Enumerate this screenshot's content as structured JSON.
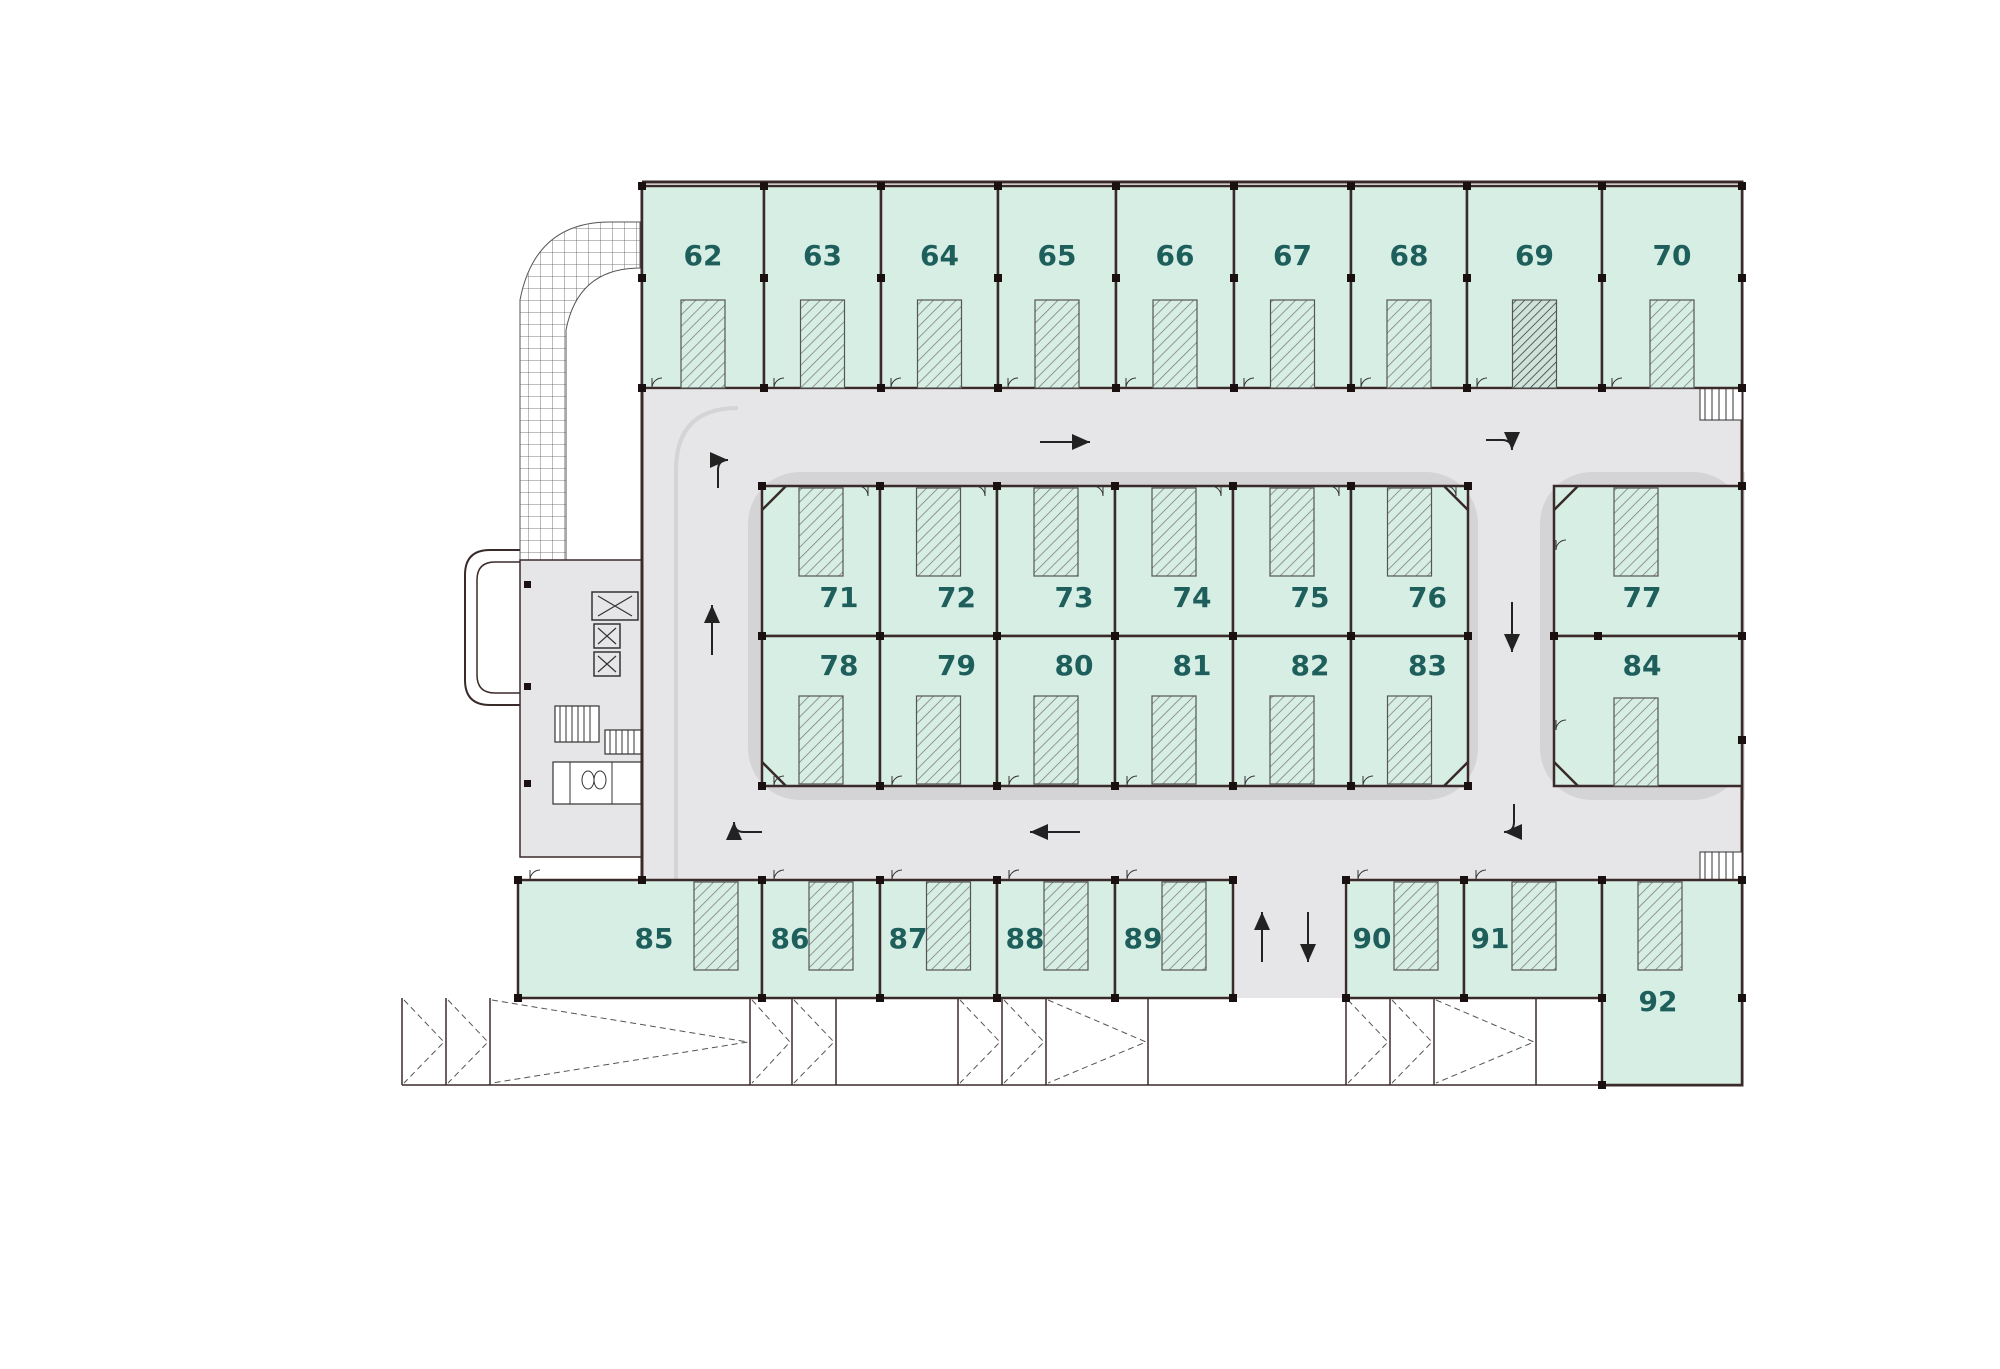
{
  "colors": {
    "unit_fill": "#d7eee5",
    "road_fill": "#e6e6e8",
    "road_edge": "#d4d4d6",
    "wall": "#3a2a2a",
    "label": "#1e5f5c",
    "hatch": "#7a7a7a"
  },
  "icons": [
    "arrow-right-icon",
    "arrow-left-icon",
    "arrow-up-icon",
    "arrow-down-icon",
    "turn-arrow-icon",
    "stair-icon",
    "lift-icon",
    "door-swing-icon",
    "parking-bay-icon"
  ],
  "units": {
    "top_row": [
      "62",
      "63",
      "64",
      "65",
      "66",
      "67",
      "68",
      "69",
      "70"
    ],
    "island_upper": [
      "71",
      "72",
      "73",
      "74",
      "75",
      "76"
    ],
    "island_lower": [
      "78",
      "79",
      "80",
      "81",
      "82",
      "83"
    ],
    "east_upper": "77",
    "east_lower": "84",
    "bottom_row_left": [
      "85",
      "86",
      "87",
      "88",
      "89"
    ],
    "bottom_row_right": [
      "90",
      "91"
    ],
    "corner": "92"
  }
}
